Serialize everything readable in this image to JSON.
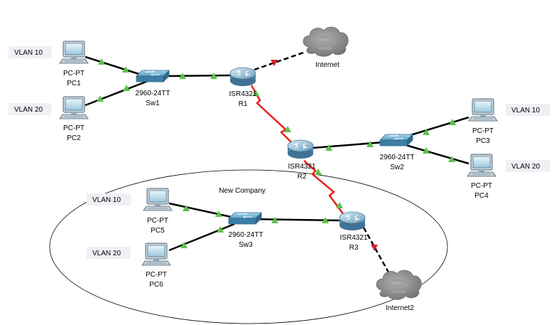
{
  "topology": {
    "area_label": "New Company",
    "vlan_labels": {
      "pc1": "VLAN 10",
      "pc2": "VLAN 20",
      "pc3": "VLAN 10",
      "pc4": "VLAN 20",
      "pc5": "VLAN 10",
      "pc6": "VLAN 20"
    },
    "devices": {
      "pc1": {
        "model": "PC-PT",
        "name": "PC1"
      },
      "pc2": {
        "model": "PC-PT",
        "name": "PC2"
      },
      "pc3": {
        "model": "PC-PT",
        "name": "PC3"
      },
      "pc4": {
        "model": "PC-PT",
        "name": "PC4"
      },
      "pc5": {
        "model": "PC-PT",
        "name": "PC5"
      },
      "pc6": {
        "model": "PC-PT",
        "name": "PC6"
      },
      "sw1": {
        "model": "2960-24TT",
        "name": "Sw1"
      },
      "sw2": {
        "model": "2960-24TT",
        "name": "Sw2"
      },
      "sw3": {
        "model": "2960-24TT",
        "name": "Sw3"
      },
      "r1": {
        "model": "ISR4321",
        "name": "R1"
      },
      "r2": {
        "model": "ISR4321",
        "name": "R2"
      },
      "r3": {
        "model": "ISR4321",
        "name": "R3"
      },
      "cloud1": {
        "name": "Internet"
      },
      "cloud2": {
        "name": "Internet2"
      }
    }
  },
  "colors": {
    "link": "#000000",
    "serial_link": "#e8201a",
    "port_up": "#5dc14a",
    "port_down": "#d4202a",
    "vlan_label_bg": "#eef0f6",
    "switch": "#5fa2c4",
    "router": "#6a9fbb",
    "cloud": "#8a8a8a"
  }
}
